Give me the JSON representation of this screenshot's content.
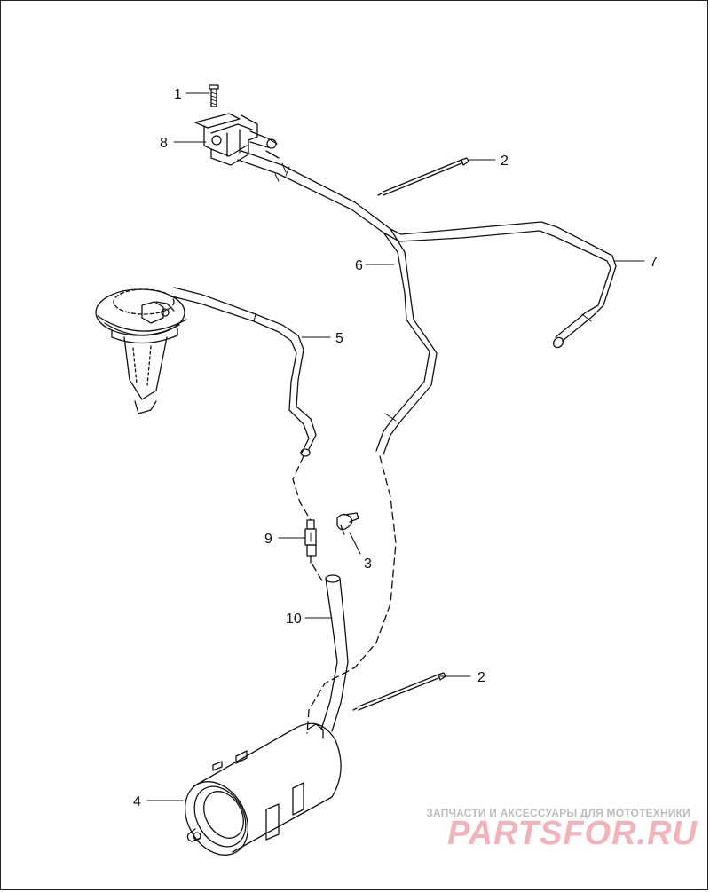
{
  "callouts": {
    "c1": "1",
    "c2a": "2",
    "c2b": "2",
    "c3": "3",
    "c4": "4",
    "c5": "5",
    "c6": "6",
    "c7": "7",
    "c8": "8",
    "c9": "9",
    "c10": "10"
  },
  "watermark": {
    "tagline": "ЗАПЧАСТИ И АКСЕССУАРЫ ДЛЯ МОТОТЕХНИКИ",
    "logo": "PARTSFOR.RU"
  },
  "colors": {
    "line": "#111111",
    "watermark_logo": "#f3b1b8",
    "watermark_text": "#bdbdbd"
  }
}
